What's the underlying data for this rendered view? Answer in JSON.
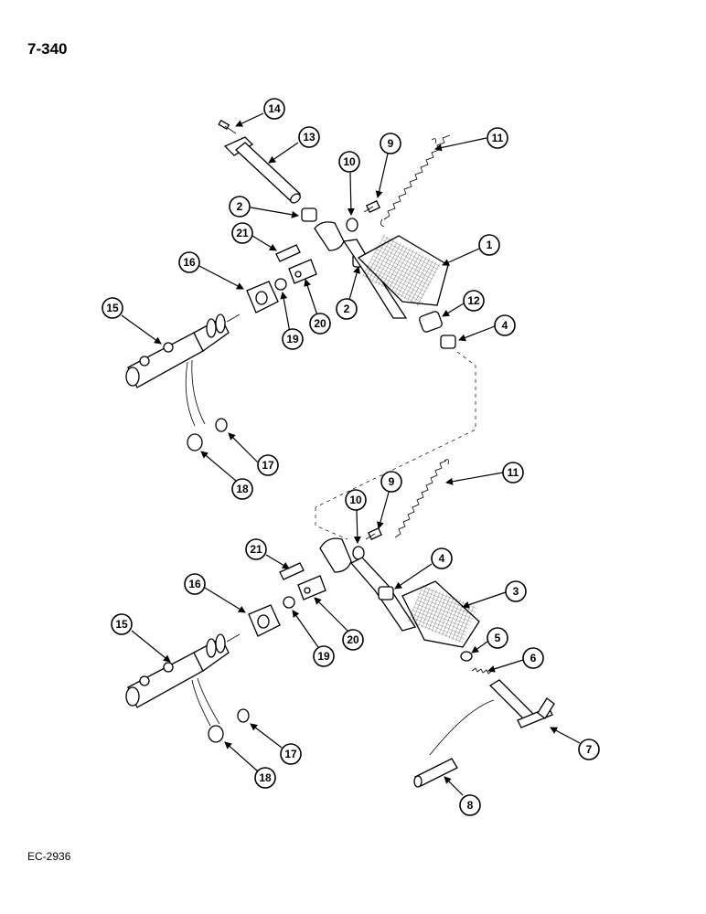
{
  "header": {
    "page_number": "7-340"
  },
  "footer": {
    "doc_code": "EC-2936"
  },
  "callouts": [
    "14",
    "13",
    "10",
    "9",
    "11",
    "2",
    "21",
    "16",
    "1",
    "2",
    "12",
    "15",
    "19",
    "20",
    "4",
    "17",
    "18",
    "9",
    "10",
    "11",
    "21",
    "4",
    "3",
    "16",
    "15",
    "5",
    "19",
    "20",
    "6",
    "7",
    "17",
    "18",
    "8"
  ]
}
